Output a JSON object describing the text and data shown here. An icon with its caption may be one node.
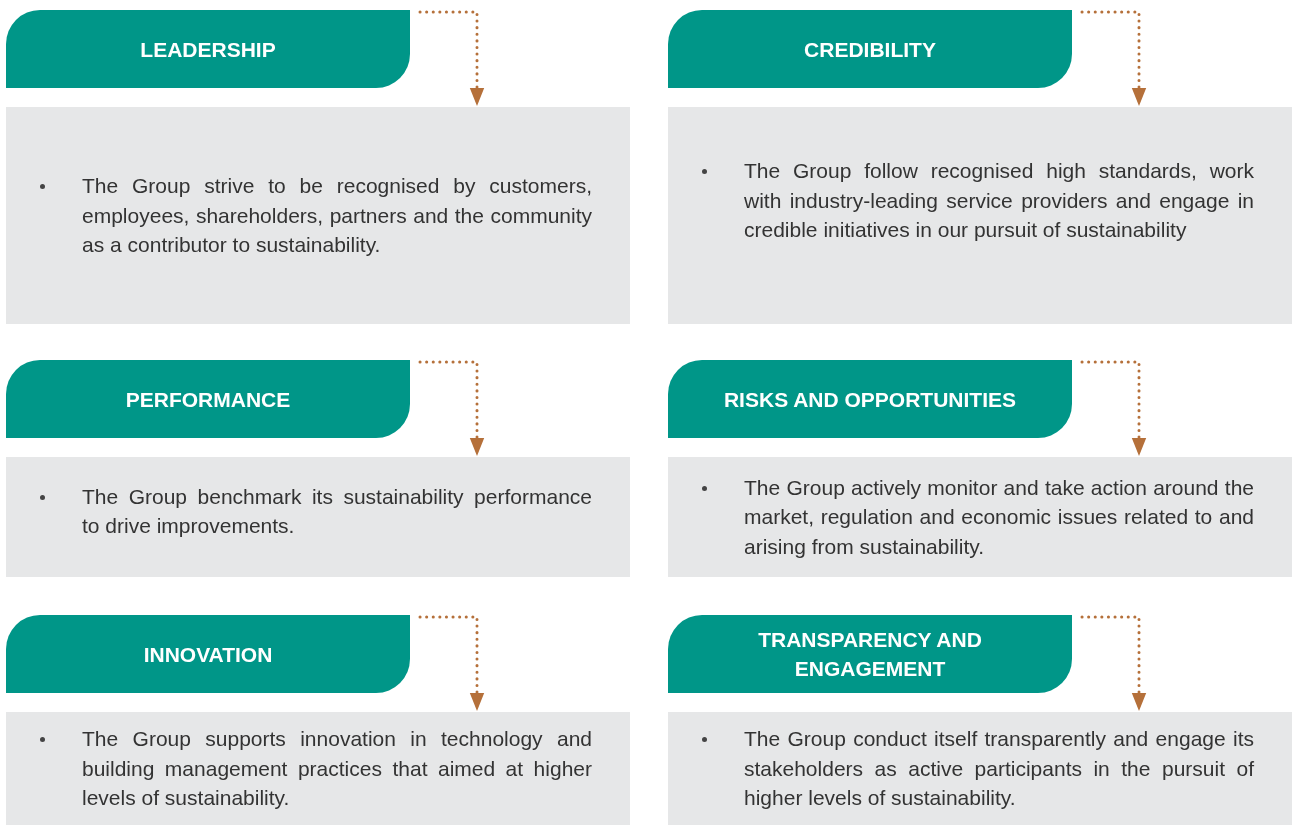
{
  "diagram": {
    "nodes": [
      {
        "text": [
          "LEADERSHIP"
        ]
      },
      {
        "text": [
          "The Group strive to be recognised by customers, employees, shareholders, partners and the community as a contributor to sustainability."
        ]
      },
      {
        "text": [
          "CREDIBILITY"
        ]
      },
      {
        "text": [
          "The Group follow recognised high standards, work with industry-leading service providers and engage in credible initiatives in our pursuit of sustainability"
        ]
      },
      {
        "text": [
          "PERFORMANCE"
        ]
      },
      {
        "text": [
          "The Group benchmark its sustainability performance to drive improvements."
        ]
      },
      {
        "text": [
          "RISKS AND OPPORTUNITIES"
        ]
      },
      {
        "text": [
          "The Group actively monitor and take action around the market, regulation and economic issues related to and arising from sustainability."
        ]
      },
      {
        "text": [
          "INNOVATION"
        ]
      },
      {
        "text": [
          "The Group supports innovation in technology and building management practices that aimed at higher levels of sustainability."
        ]
      },
      {
        "text": [
          "TRANSPARENCY AND ENGAGEMENT"
        ]
      },
      {
        "text": [
          "The Group conduct itself transparently and engage its stakeholders as active participants in the pursuit of higher levels of sustainability."
        ]
      }
    ],
    "edges": [
      {
        "from": 0,
        "to": 1,
        "arrow": "to",
        "style": "dashed"
      },
      {
        "from": 2,
        "to": 3,
        "arrow": "to",
        "style": "dashed"
      },
      {
        "from": 4,
        "to": 5,
        "arrow": "to",
        "style": "dashed"
      },
      {
        "from": 6,
        "to": 7,
        "arrow": "to",
        "style": "dashed"
      },
      {
        "from": 8,
        "to": 9,
        "arrow": "to",
        "style": "dashed"
      },
      {
        "from": 10,
        "to": 11,
        "arrow": "to",
        "style": "dashed"
      }
    ]
  }
}
